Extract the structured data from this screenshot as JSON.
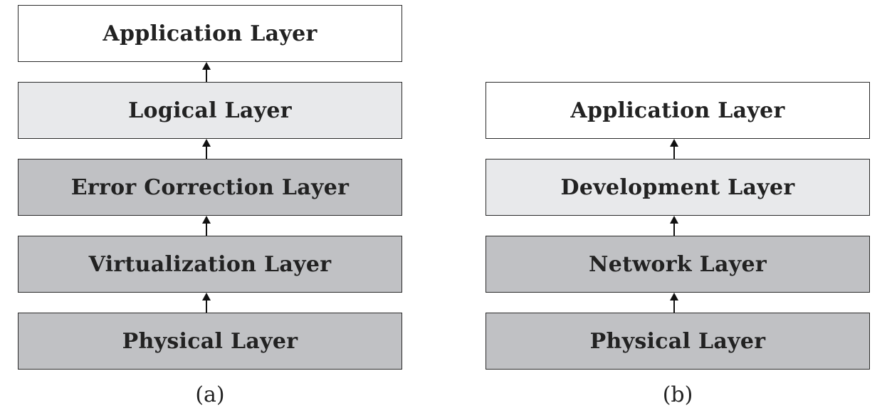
{
  "colors": {
    "top_fill": "#ffffff",
    "middle_fill": "#e8e9eb",
    "lower_fill": "#c0c1c4",
    "border": "#2a2a2a"
  },
  "diagram_a": {
    "caption": "(a)",
    "layers": [
      {
        "label": "Application Layer",
        "fill": "top_fill"
      },
      {
        "label": "Logical Layer",
        "fill": "middle_fill"
      },
      {
        "label": "Error Correction Layer",
        "fill": "lower_fill"
      },
      {
        "label": "Virtualization Layer",
        "fill": "lower_fill"
      },
      {
        "label": "Physical Layer",
        "fill": "lower_fill"
      }
    ]
  },
  "diagram_b": {
    "caption": "(b)",
    "layers": [
      {
        "label": "Application Layer",
        "fill": "top_fill"
      },
      {
        "label": "Development Layer",
        "fill": "middle_fill"
      },
      {
        "label": "Network Layer",
        "fill": "lower_fill"
      },
      {
        "label": "Physical Layer",
        "fill": "lower_fill"
      }
    ]
  }
}
